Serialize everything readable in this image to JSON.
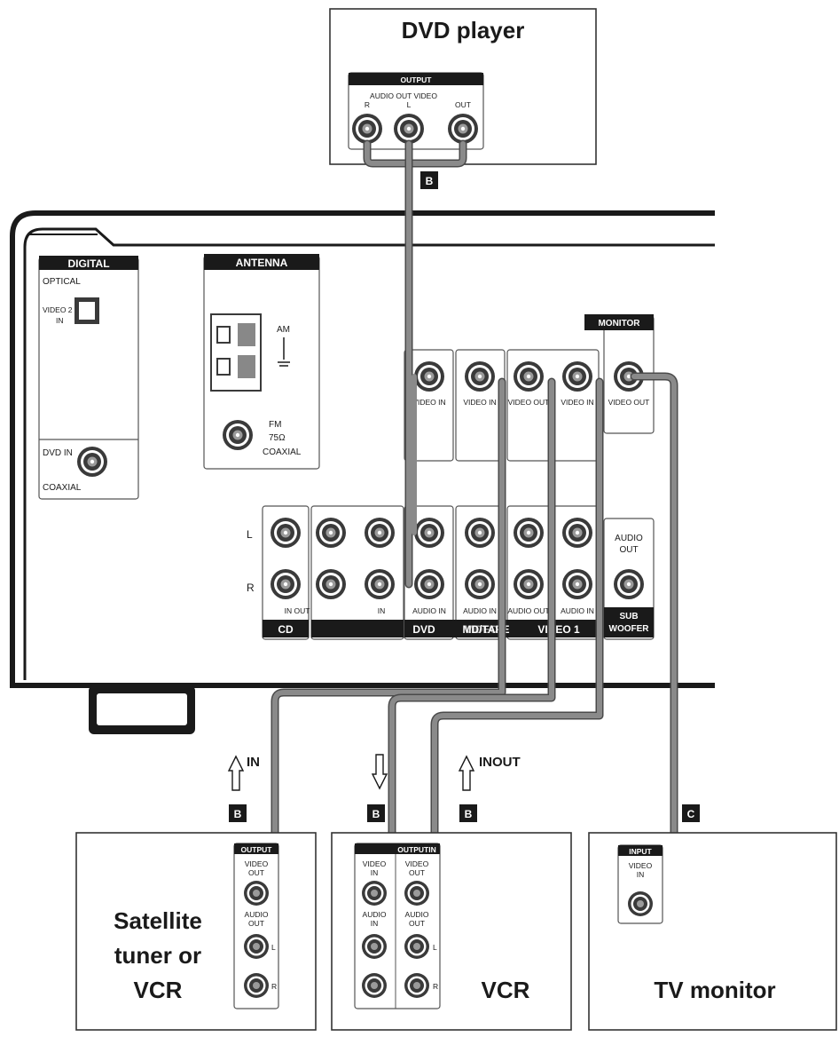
{
  "devices": {
    "dvd_player": "DVD player",
    "satellite": [
      "Satellite",
      "tuner or",
      "VCR"
    ],
    "vcr": "VCR",
    "tv_monitor": "TV monitor"
  },
  "dvd_panel": {
    "header": "OUTPUT",
    "audio_out_label": "AUDIO OUT VIDEO",
    "r": "R",
    "l": "L",
    "out": "OUT"
  },
  "badges": {
    "b": "B",
    "c": "C"
  },
  "receiver": {
    "digital_header": "DIGITAL",
    "optical": "OPTICAL",
    "video2_in": [
      "VIDEO 2",
      "IN"
    ],
    "dvd_in": "DVD IN",
    "coaxial": "COAXIAL",
    "antenna_header": "ANTENNA",
    "am": "AM",
    "fm": "FM",
    "fm_ohm": "75Ω",
    "fm_coaxial": "COAXIAL",
    "monitor_header": "MONITOR",
    "video_in": "VIDEO IN",
    "video_out": "VIDEO OUT",
    "audio_in": "AUDIO IN",
    "audio_out": "AUDIO OUT",
    "in_out": "IN OUT",
    "in": "IN",
    "l": "L",
    "r": "R",
    "sub_audio_out": [
      "AUDIO",
      "OUT"
    ],
    "bottom_labels": {
      "cd": "CD",
      "dvd": "DVD",
      "md_tape": "MD/TAPE",
      "video2": "VIDEO 2",
      "video1": "VIDEO 1",
      "sub_woofer": [
        "SUB",
        "WOOFER"
      ]
    }
  },
  "arrows": {
    "in": "IN",
    "inout": "INOUT"
  },
  "sat_panel": {
    "header": "OUTPUT",
    "video_out": [
      "VIDEO",
      "OUT"
    ],
    "audio_out": [
      "AUDIO",
      "OUT"
    ],
    "l": "L",
    "r": "R"
  },
  "vcr_panel": {
    "header": "OUTPUTIN",
    "video_in": [
      "VIDEO",
      "IN"
    ],
    "video_out": [
      "VIDEO",
      "OUT"
    ],
    "audio_in": [
      "AUDIO",
      "IN"
    ],
    "audio_out": [
      "AUDIO",
      "OUT"
    ],
    "l": "L",
    "r": "R"
  },
  "tv_panel": {
    "header": "INPUT",
    "video_in": [
      "VIDEO",
      "IN"
    ]
  }
}
